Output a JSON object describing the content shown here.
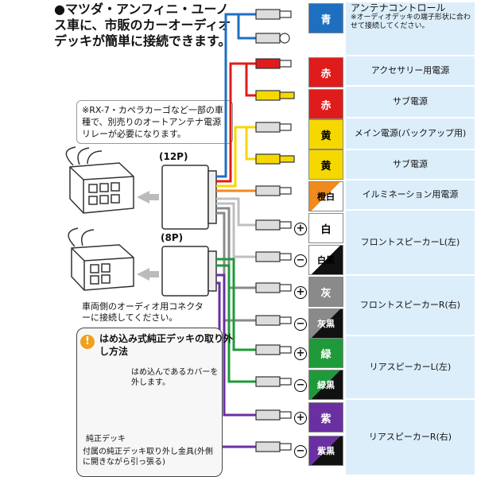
{
  "heading": "●マツダ・アンフィニ・ユーノス車に、市販のカーオーディオデッキが簡単に接続できます。",
  "note_rx7": "※RX-7・カペラカーゴなど一部の車種で、別売りのオートアンテナ電源リレーが必要になります。",
  "connector_12p_label": "(12P)",
  "connector_8p_label": "(8P)",
  "vehicle_side_note": "車両側のオーディオ用コネクターに接続してください。",
  "inset": {
    "title": "はめ込み式純正デッキの取り外し方法",
    "warning_glyph": "!",
    "caption_cover": "はめ込んであるカバーを外します。",
    "caption_deck": "純正デッキ",
    "caption_bracket": "付属の純正デッキ取り外し金具(外側に開きながら引っ張る)"
  },
  "legend": [
    {
      "badge": "青",
      "badge_color": "#1f6fc1",
      "badge_text_color": "#ffffff",
      "label": "アンテナコントロール",
      "note": "※オーディオデッキの端子形状に合わせて接続してください。"
    },
    {
      "badge": "赤",
      "badge_color": "#e01b1b",
      "badge_text_color": "#ffffff",
      "label": "アクセサリー用電源"
    },
    {
      "badge": "赤",
      "badge_color": "#e01b1b",
      "badge_text_color": "#ffffff",
      "label": "サブ電源"
    },
    {
      "badge": "黄",
      "badge_color": "#f5d800",
      "badge_text_color": "#000000",
      "label": "メイン電源(バックアップ用)"
    },
    {
      "badge": "黄",
      "badge_color": "#f5d800",
      "badge_text_color": "#000000",
      "label": "サブ電源"
    },
    {
      "badge": "橙白",
      "badge_color": "#f08a1c",
      "badge_text_color": "#000000",
      "label": "イルミネーション用電源"
    },
    {
      "badge": "白",
      "badge_color": "#ffffff",
      "badge_text_color": "#000000",
      "sign": "+"
    },
    {
      "badge": "白黒",
      "badge_color": "#ffffff",
      "badge_text_color": "#000000",
      "sign": "−"
    },
    {
      "badge": "灰",
      "badge_color": "#8a8a8a",
      "badge_text_color": "#ffffff",
      "sign": "+"
    },
    {
      "badge": "灰黒",
      "badge_color": "#8a8a8a",
      "badge_text_color": "#ffffff",
      "sign": "−"
    },
    {
      "badge": "緑",
      "badge_color": "#1f9a3a",
      "badge_text_color": "#ffffff",
      "sign": "+"
    },
    {
      "badge": "緑黒",
      "badge_color": "#1f9a3a",
      "badge_text_color": "#ffffff",
      "sign": "−"
    },
    {
      "badge": "紫",
      "badge_color": "#6a2fa0",
      "badge_text_color": "#ffffff",
      "sign": "+"
    },
    {
      "badge": "紫黒",
      "badge_color": "#6a2fa0",
      "badge_text_color": "#ffffff",
      "sign": "−"
    }
  ],
  "speaker_groups": [
    "フロントスピーカーL(左)",
    "フロントスピーカーR(右)",
    "リアスピーカーL(左)",
    "リアスピーカーR(右)"
  ]
}
